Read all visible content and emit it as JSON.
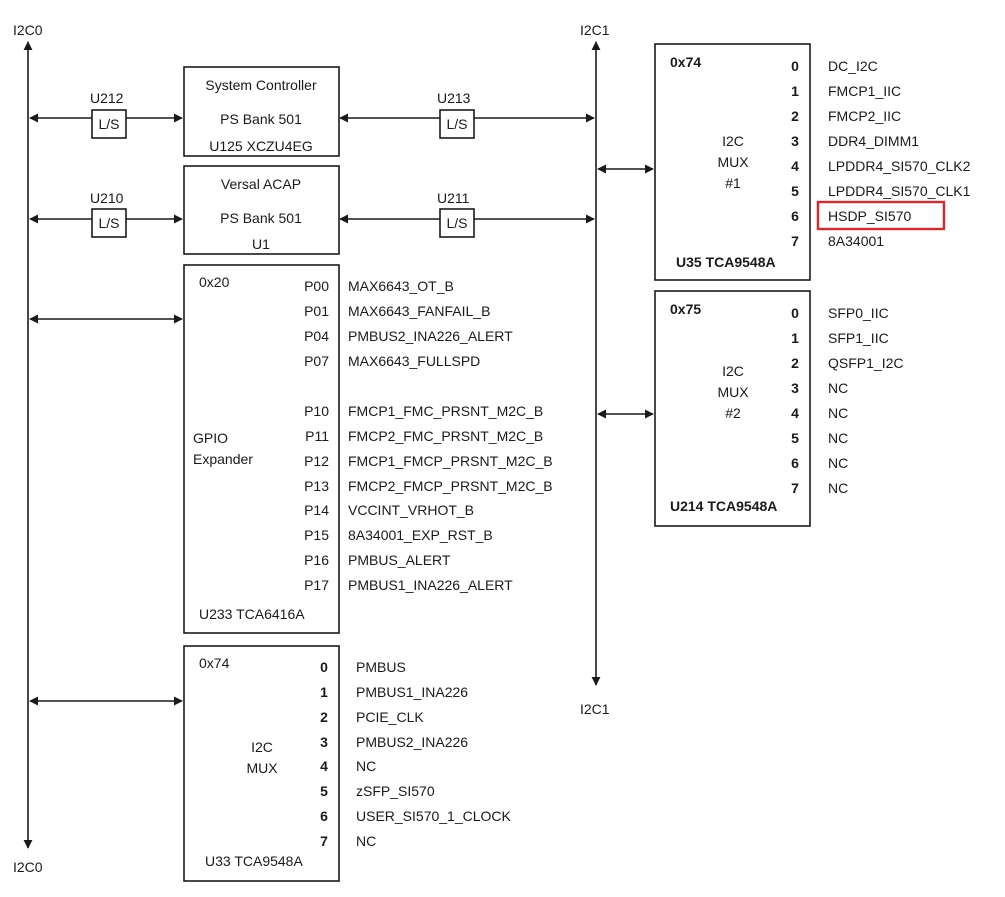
{
  "bus_left": {
    "top_label": "I2C0",
    "bottom_label": "I2C0"
  },
  "bus_right": {
    "top_label": "I2C1",
    "bottom_label": "I2C1"
  },
  "level_shifters": [
    {
      "ref": "U212",
      "label": "L/S"
    },
    {
      "ref": "U213",
      "label": "L/S"
    },
    {
      "ref": "U210",
      "label": "L/S"
    },
    {
      "ref": "U211",
      "label": "L/S"
    }
  ],
  "system_controller": {
    "title": "System Controller",
    "bank": "PS Bank 501",
    "part": "U125 XCZU4EG"
  },
  "versal": {
    "title": "Versal ACAP",
    "bank": "PS Bank 501",
    "part": "U1"
  },
  "gpio_expander": {
    "address": "0x20",
    "label_line1": "GPIO",
    "label_line2": "Expander",
    "part": "U233 TCA6416A",
    "pins": [
      {
        "pin": "P00",
        "signal": "MAX6643_OT_B"
      },
      {
        "pin": "P01",
        "signal": "MAX6643_FANFAIL_B"
      },
      {
        "pin": "P04",
        "signal": "PMBUS2_INA226_ALERT"
      },
      {
        "pin": "P07",
        "signal": "MAX6643_FULLSPD"
      },
      {
        "pin": "P10",
        "signal": "FMCP1_FMC_PRSNT_M2C_B"
      },
      {
        "pin": "P11",
        "signal": "FMCP2_FMC_PRSNT_M2C_B"
      },
      {
        "pin": "P12",
        "signal": "FMCP1_FMCP_PRSNT_M2C_B"
      },
      {
        "pin": "P13",
        "signal": "FMCP2_FMCP_PRSNT_M2C_B"
      },
      {
        "pin": "P14",
        "signal": "VCCINT_VRHOT_B"
      },
      {
        "pin": "P15",
        "signal": "8A34001_EXP_RST_B"
      },
      {
        "pin": "P16",
        "signal": "PMBUS_ALERT"
      },
      {
        "pin": "P17",
        "signal": "PMBUS1_INA226_ALERT"
      }
    ]
  },
  "mux_u33": {
    "address": "0x74",
    "label_line1": "I2C",
    "label_line2": "MUX",
    "part": "U33 TCA9548A",
    "channels": [
      {
        "ch": "0",
        "signal": "PMBUS"
      },
      {
        "ch": "1",
        "signal": "PMBUS1_INA226"
      },
      {
        "ch": "2",
        "signal": "PCIE_CLK"
      },
      {
        "ch": "3",
        "signal": "PMBUS2_INA226"
      },
      {
        "ch": "4",
        "signal": "NC"
      },
      {
        "ch": "5",
        "signal": "zSFP_SI570"
      },
      {
        "ch": "6",
        "signal": "USER_SI570_1_CLOCK"
      },
      {
        "ch": "7",
        "signal": "NC"
      }
    ]
  },
  "mux_u35": {
    "address": "0x74",
    "label_line1": "I2C",
    "label_line2": "MUX",
    "label_line3": "#1",
    "part": "U35 TCA9548A",
    "channels": [
      {
        "ch": "0",
        "signal": "DC_I2C"
      },
      {
        "ch": "1",
        "signal": "FMCP1_IIC"
      },
      {
        "ch": "2",
        "signal": "FMCP2_IIC"
      },
      {
        "ch": "3",
        "signal": "DDR4_DIMM1"
      },
      {
        "ch": "4",
        "signal": "LPDDR4_SI570_CLK2"
      },
      {
        "ch": "5",
        "signal": "LPDDR4_SI570_CLK1"
      },
      {
        "ch": "6",
        "signal": "HSDP_SI570"
      },
      {
        "ch": "7",
        "signal": "8A34001"
      }
    ],
    "highlight_color": "#e0262b"
  },
  "mux_u214": {
    "address": "0x75",
    "label_line1": "I2C",
    "label_line2": "MUX",
    "label_line3": "#2",
    "part": "U214 TCA9548A",
    "channels": [
      {
        "ch": "0",
        "signal": "SFP0_IIC"
      },
      {
        "ch": "1",
        "signal": "SFP1_IIC"
      },
      {
        "ch": "2",
        "signal": "QSFP1_I2C"
      },
      {
        "ch": "3",
        "signal": "NC"
      },
      {
        "ch": "4",
        "signal": "NC"
      },
      {
        "ch": "5",
        "signal": "NC"
      },
      {
        "ch": "6",
        "signal": "NC"
      },
      {
        "ch": "7",
        "signal": "NC"
      }
    ]
  }
}
